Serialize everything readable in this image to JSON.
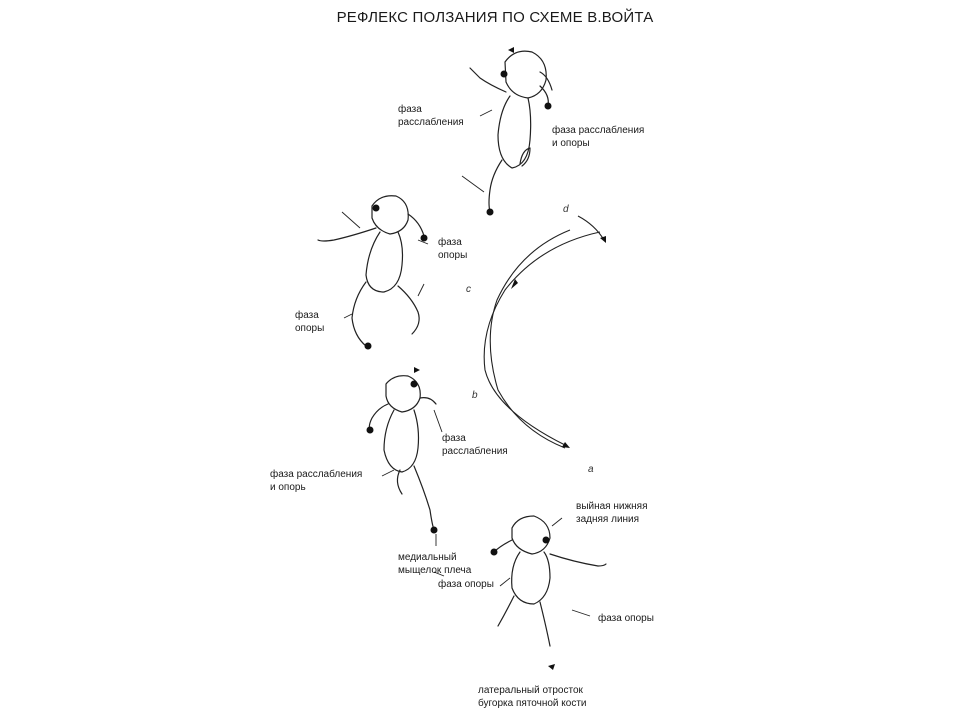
{
  "title": "РЕФЛЕКС ПОЛЗАНИЯ ПО СХЕМЕ В.ВОЙТА",
  "figure1": {
    "left_label": "фаза\nрасслабления",
    "right_label": "фаза расслабления\nи опоры"
  },
  "figure2": {
    "right_label": "фаза\nопоры",
    "left_label": "фаза\nопоры"
  },
  "figure3": {
    "right_label": "фаза\nрасслабления",
    "left_label": "фаза расслабления\nи опорь",
    "bottom_label": "медиальный\nмыщелок плеча"
  },
  "figure4": {
    "upper_label": "выйная нижняя\nзадняя линия",
    "left_label": "фаза опоры",
    "right_label": "фаза опоры",
    "bottom_label": "латеральный отросток\nбугорка пяточной кости"
  },
  "cycle_letters": {
    "a": "a",
    "b": "b",
    "c": "c",
    "d": "d"
  }
}
